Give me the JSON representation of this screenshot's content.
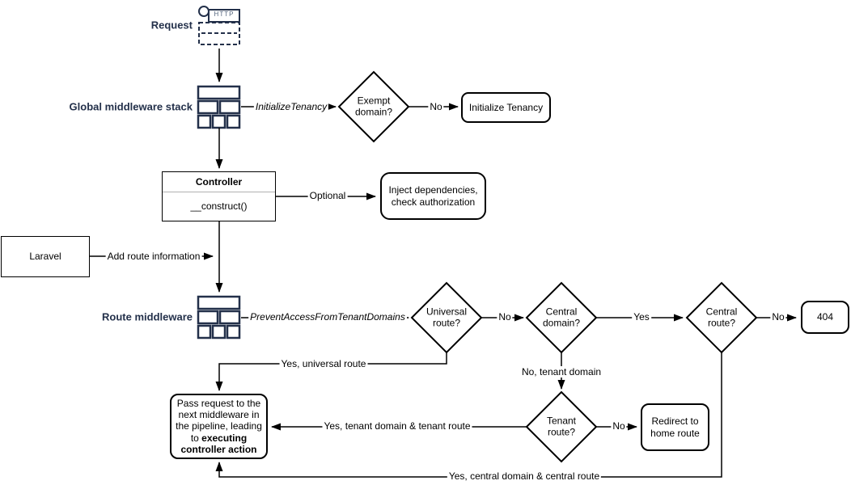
{
  "nodes": {
    "request_label": "Request",
    "http_badge": "HTTP",
    "global_middleware_label": "Global middleware stack",
    "exempt_domain": "Exempt\ndomain?",
    "initialize_tenancy": "Initialize Tenancy",
    "controller_title": "Controller",
    "controller_method": "__construct()",
    "inject_dependencies": "Inject dependencies,\ncheck authorization",
    "laravel": "Laravel",
    "route_middleware_label": "Route middleware",
    "universal_route": "Universal\nroute?",
    "central_domain": "Central\ndomain?",
    "central_route": "Central\nroute?",
    "not_found": "404",
    "tenant_route": "Tenant\nroute?",
    "redirect_home": "Redirect to\nhome route",
    "pass_request_text": "Pass request to the next middleware in the pipeline, leading to ",
    "pass_request_bold": "executing controller action"
  },
  "edges": {
    "initialize_tenancy_middleware": "InitializeTenancy",
    "exempt_no": "No",
    "optional": "Optional",
    "add_route_information": "Add route information",
    "prevent_access_middleware": "PreventAccessFromTenantDomains",
    "universal_no": "No",
    "central_domain_yes": "Yes",
    "central_route_no": "No",
    "yes_universal_route": "Yes, universal route",
    "no_tenant_domain": "No, tenant domain",
    "tenant_route_no": "No",
    "yes_tenant_domain_route": "Yes, tenant domain & tenant route",
    "yes_central_domain_route": "Yes, central domain & central route"
  },
  "colors": {
    "accent_label": "#23304a",
    "shape_stroke": "#000000",
    "icon_stroke": "#23304a",
    "background": "#ffffff"
  }
}
